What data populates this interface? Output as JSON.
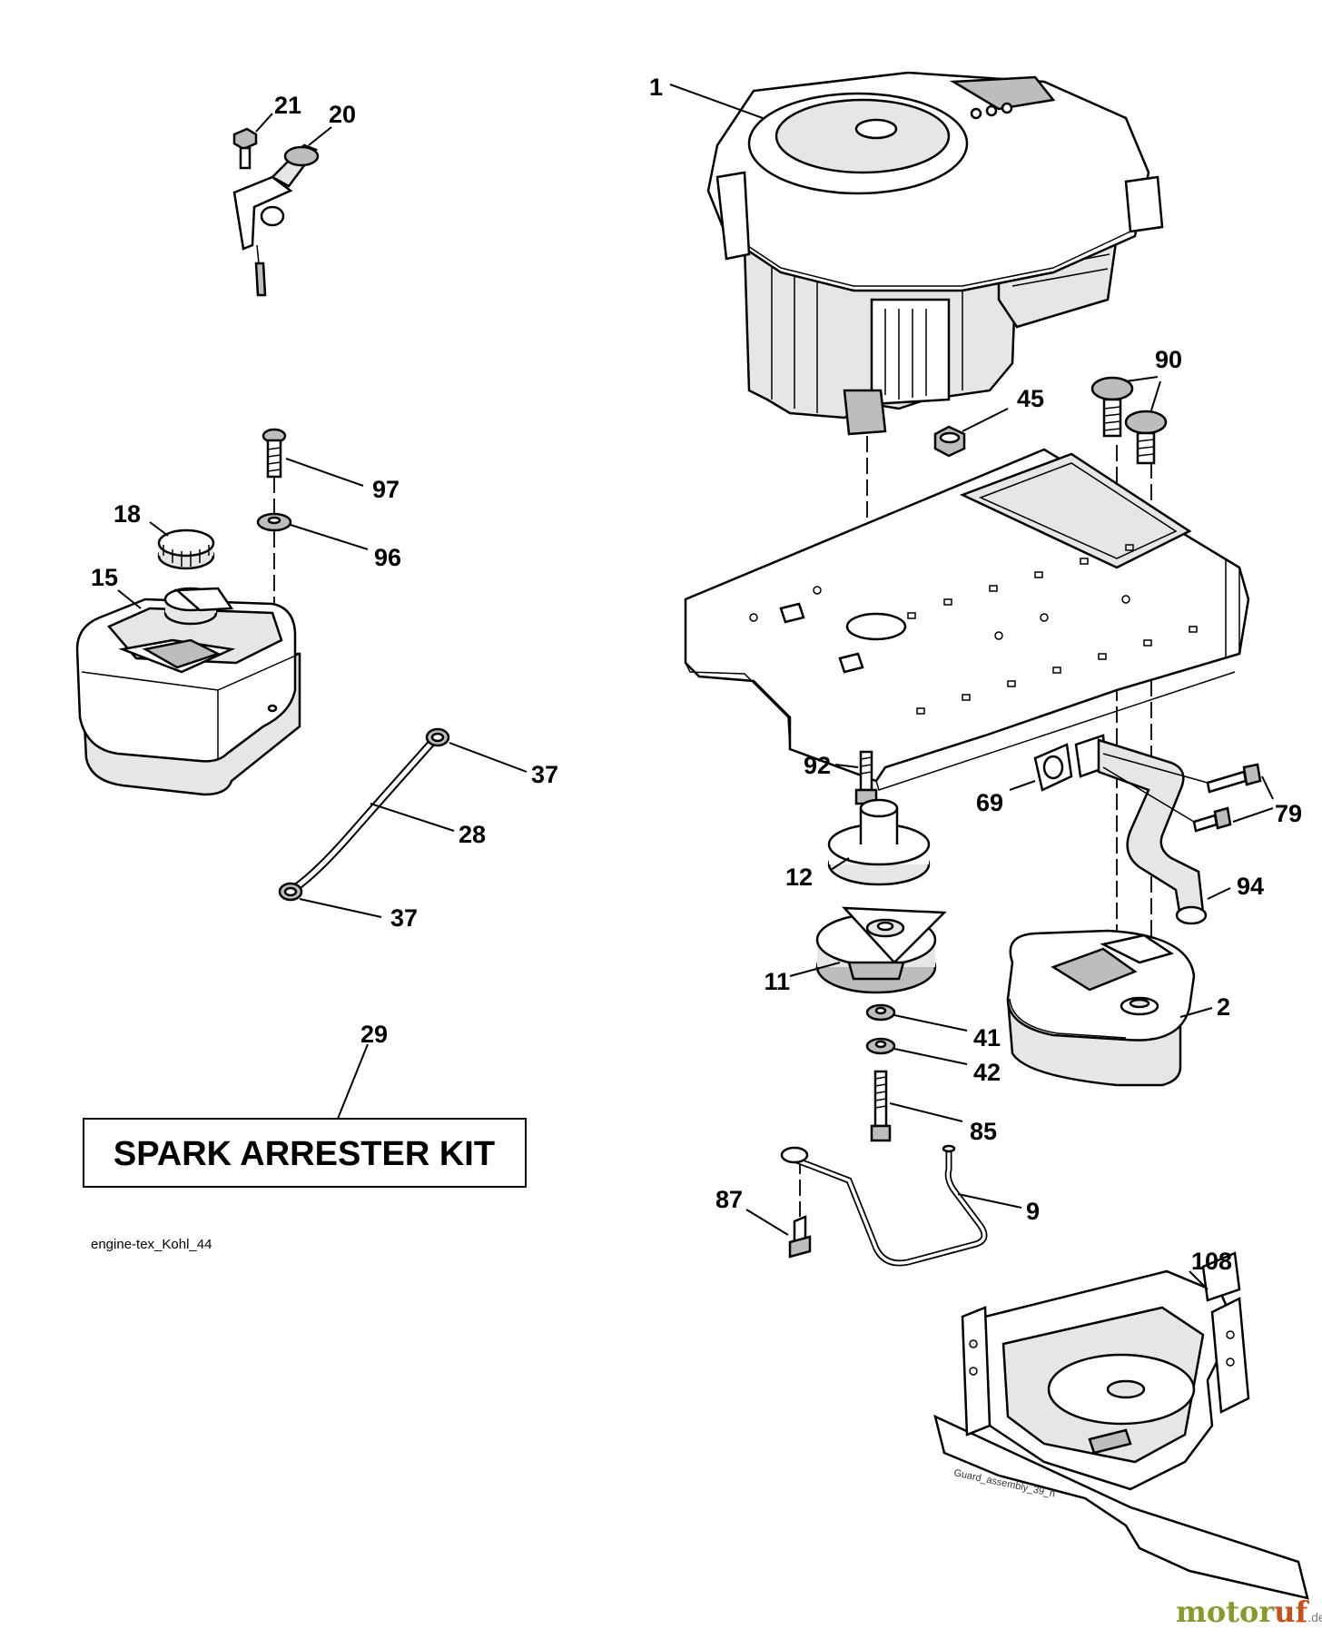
{
  "diagram": {
    "callouts": [
      {
        "id": "c1",
        "label": "1"
      },
      {
        "id": "c2",
        "label": "2"
      },
      {
        "id": "c9",
        "label": "9"
      },
      {
        "id": "c11",
        "label": "11"
      },
      {
        "id": "c12",
        "label": "12"
      },
      {
        "id": "c15",
        "label": "15"
      },
      {
        "id": "c18",
        "label": "18"
      },
      {
        "id": "c20",
        "label": "20"
      },
      {
        "id": "c21",
        "label": "21"
      },
      {
        "id": "c28",
        "label": "28"
      },
      {
        "id": "c29",
        "label": "29"
      },
      {
        "id": "c37a",
        "label": "37"
      },
      {
        "id": "c37b",
        "label": "37"
      },
      {
        "id": "c41",
        "label": "41"
      },
      {
        "id": "c42",
        "label": "42"
      },
      {
        "id": "c45",
        "label": "45"
      },
      {
        "id": "c69",
        "label": "69"
      },
      {
        "id": "c79",
        "label": "79"
      },
      {
        "id": "c85",
        "label": "85"
      },
      {
        "id": "c87",
        "label": "87"
      },
      {
        "id": "c90",
        "label": "90"
      },
      {
        "id": "c92",
        "label": "92"
      },
      {
        "id": "c94",
        "label": "94"
      },
      {
        "id": "c96",
        "label": "96"
      },
      {
        "id": "c97",
        "label": "97"
      },
      {
        "id": "c108",
        "label": "108"
      }
    ],
    "kit_label": "SPARK ARRESTER KIT",
    "reference": "engine-tex_Kohl_44",
    "shield_label": "Guard_assembly_39_n",
    "watermark": {
      "part1": "motor",
      "part2": "uf",
      "suffix": ".de"
    }
  }
}
